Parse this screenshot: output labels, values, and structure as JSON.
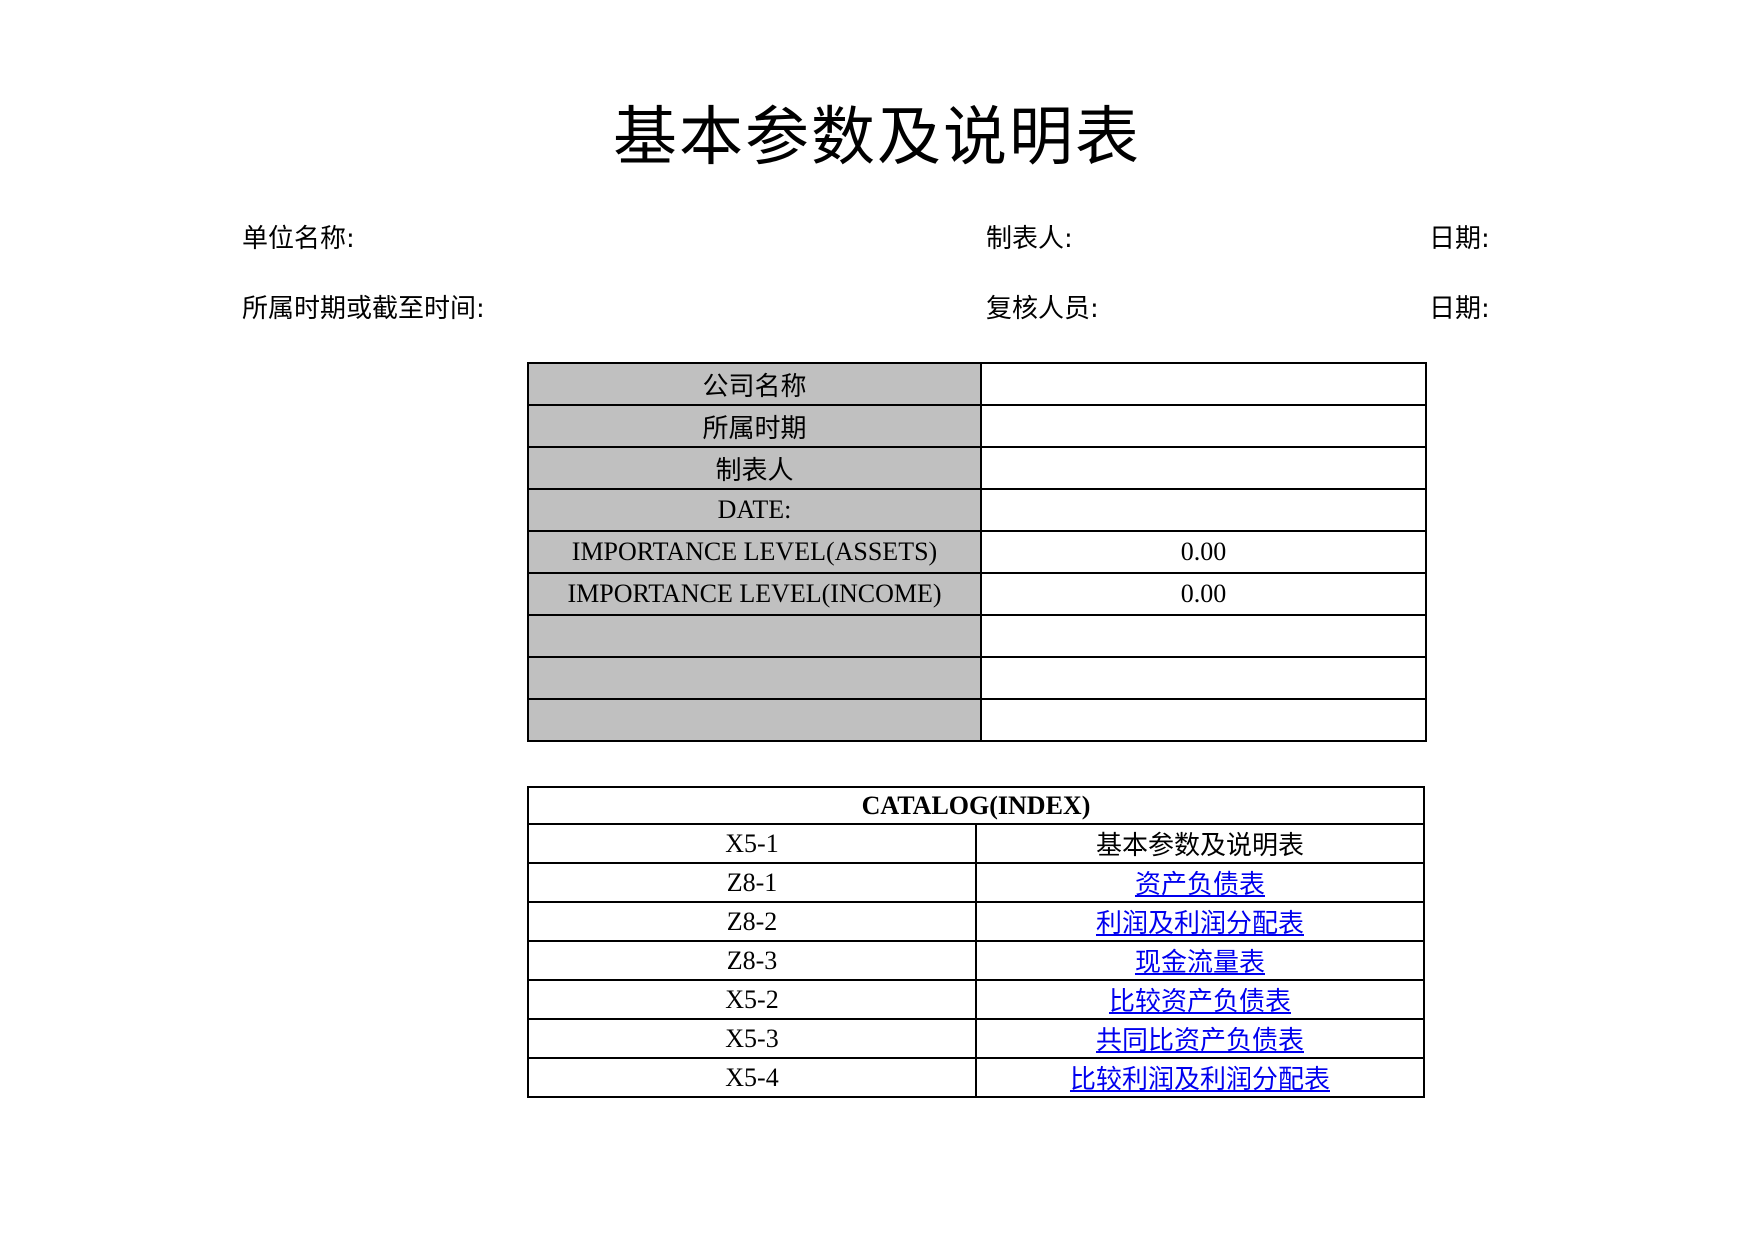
{
  "title": "基本参数及说明表",
  "header": {
    "unit_name_label": "单位名称:",
    "preparer_label": "制表人:",
    "date_label_1": "日期:",
    "period_label": "所属时期或截至时间:",
    "reviewer_label": "复核人员:",
    "date_label_2": "日期:"
  },
  "params": {
    "rows": [
      {
        "label": "公司名称",
        "value": ""
      },
      {
        "label": "所属时期",
        "value": ""
      },
      {
        "label": "制表人",
        "value": ""
      },
      {
        "label": "DATE:",
        "value": ""
      },
      {
        "label": "IMPORTANCE LEVEL(ASSETS)",
        "value": "0.00"
      },
      {
        "label": "IMPORTANCE LEVEL(INCOME)",
        "value": "0.00"
      },
      {
        "label": "",
        "value": ""
      },
      {
        "label": "",
        "value": ""
      },
      {
        "label": "",
        "value": ""
      }
    ]
  },
  "catalog": {
    "header": "CATALOG(INDEX)",
    "rows": [
      {
        "code": "X5-1",
        "name": "基本参数及说明表",
        "is_link": false
      },
      {
        "code": "Z8-1",
        "name": "资产负债表",
        "is_link": true
      },
      {
        "code": "Z8-2",
        "name": "利润及利润分配表",
        "is_link": true
      },
      {
        "code": "Z8-3",
        "name": "现金流量表",
        "is_link": true
      },
      {
        "code": "X5-2",
        "name": "比较资产负债表",
        "is_link": true
      },
      {
        "code": "X5-3",
        "name": "共同比资产负债表",
        "is_link": true
      },
      {
        "code": "X5-4",
        "name": "比较利润及利润分配表",
        "is_link": true
      }
    ]
  },
  "colors": {
    "label_background": "#c0c0c0",
    "link": "#0000ee",
    "border": "#000000"
  }
}
